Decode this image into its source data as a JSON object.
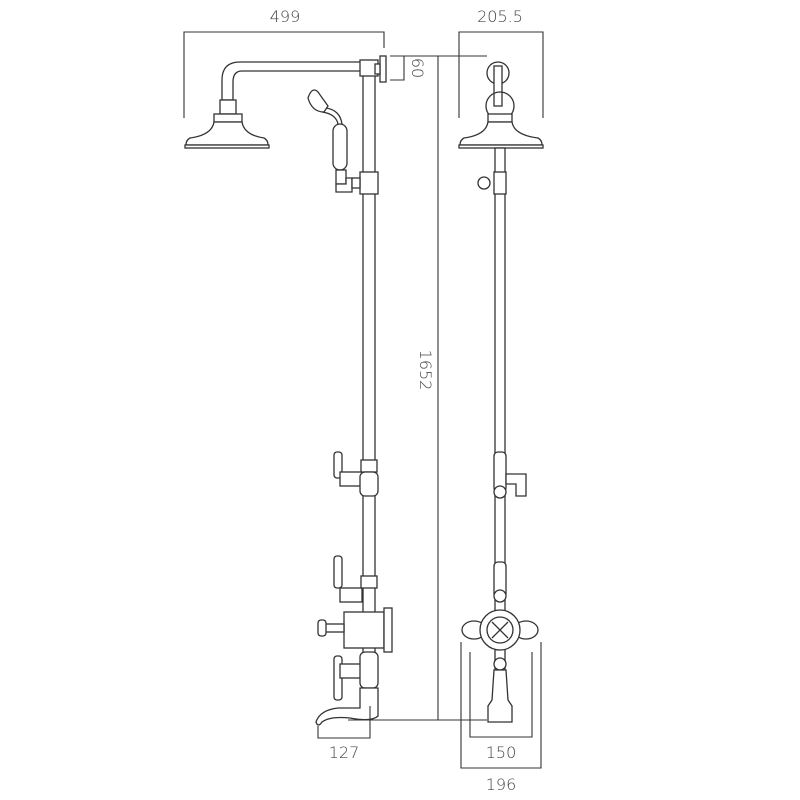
{
  "dimensions": {
    "arm_projection": "499",
    "head_width_front": "205.5",
    "wall_bracket_height": "60",
    "overall_height": "1652",
    "spout_projection": "127",
    "valve_centres": "150",
    "valve_overall_width": "196"
  },
  "colors": {
    "line": "#333333",
    "background": "#ffffff"
  }
}
